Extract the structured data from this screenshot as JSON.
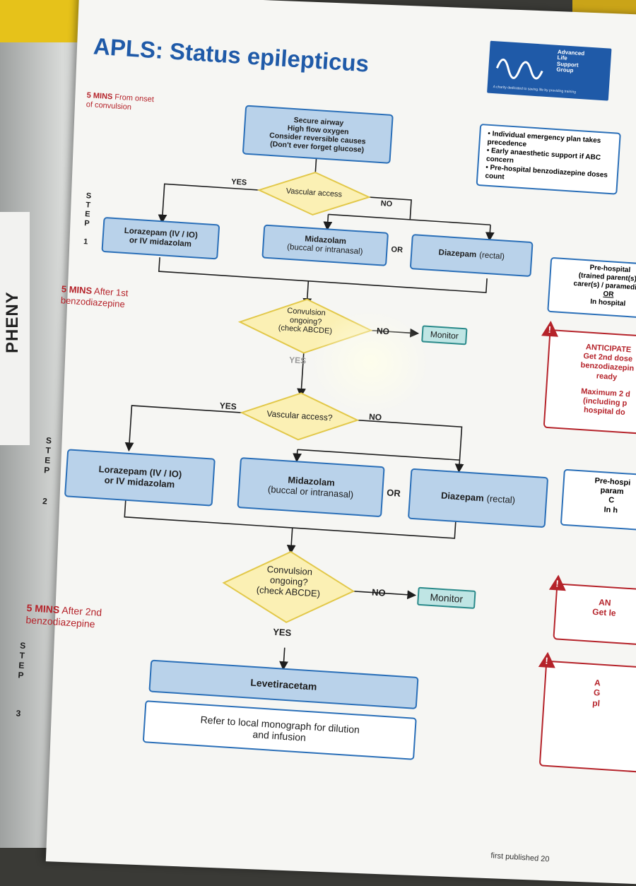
{
  "background": {
    "side_label": "PHENY"
  },
  "title": "APLS: Status epilepticus",
  "logo": {
    "text_lines": [
      "Advanced",
      "Life",
      "Support",
      "Group"
    ],
    "tagline": "A charity dedicated to saving life by providing training"
  },
  "notes": {
    "top_right": [
      "Individual emergency plan takes precedence",
      "Early anaesthetic support if ABC concern",
      "Pre-hospital benzodiazepine doses count"
    ],
    "prehospital_1": [
      "Pre-hospital",
      "(trained parent(s) /",
      "carer(s) / paramedics",
      "OR",
      "In hospital"
    ],
    "prehospital_2": [
      "Pre-hospi",
      "param",
      "C",
      "In h"
    ]
  },
  "timing": {
    "t1": {
      "bold": "5 MINS",
      "rest": "From onset",
      "line2": "of convulsion"
    },
    "t2": {
      "bold": "5 MINS",
      "rest": "After 1st",
      "line2": "benzodiazepine"
    },
    "t3": {
      "bold": "5 MINS",
      "rest": "After 2nd",
      "line2": "benzodiazepine"
    }
  },
  "steps": {
    "letters": [
      "S",
      "T",
      "E",
      "P"
    ],
    "one": "1",
    "two": "2",
    "three": "3"
  },
  "flow": {
    "start": [
      "Secure airway",
      "High flow oxygen",
      "Consider reversible causes",
      "(Don't ever forget glucose)"
    ],
    "vascular_1": "Vascular access",
    "vascular_2": "Vascular access?",
    "yes": "YES",
    "no": "NO",
    "or": "OR",
    "s1_loraz": [
      "Lorazepam (IV / IO)",
      "or IV midazolam"
    ],
    "s1_midaz": [
      "Midazolam",
      "(buccal or intranasal)"
    ],
    "s1_diaz": [
      "Diazepam",
      "(rectal)"
    ],
    "convulsion_1": [
      "Convulsion",
      "ongoing?",
      "(check ABCDE)"
    ],
    "monitor": "Monitor",
    "s2_loraz": [
      "Lorazepam (IV / IO)",
      "or IV midazolam"
    ],
    "s2_midaz": [
      "Midazolam",
      "(buccal or intranasal)"
    ],
    "s2_diaz": [
      "Diazepam",
      "(rectal)"
    ],
    "convulsion_2": [
      "Convulsion",
      "ongoing?",
      "(check ABCDE)"
    ],
    "levetiracetam": "Levetiracetam",
    "refer": [
      "Refer to local monograph for dilution",
      "and infusion"
    ]
  },
  "warnings": {
    "w1": [
      "ANTICIPATE",
      "Get 2nd dose",
      "benzodiazepin",
      "ready",
      "",
      "Maximum 2 d",
      "(including p",
      "hospital do"
    ],
    "w2": [
      "AN",
      "Get le"
    ],
    "w3": [
      "A",
      "G",
      "pl"
    ],
    "icon": "!"
  },
  "footer": "first published 20"
}
